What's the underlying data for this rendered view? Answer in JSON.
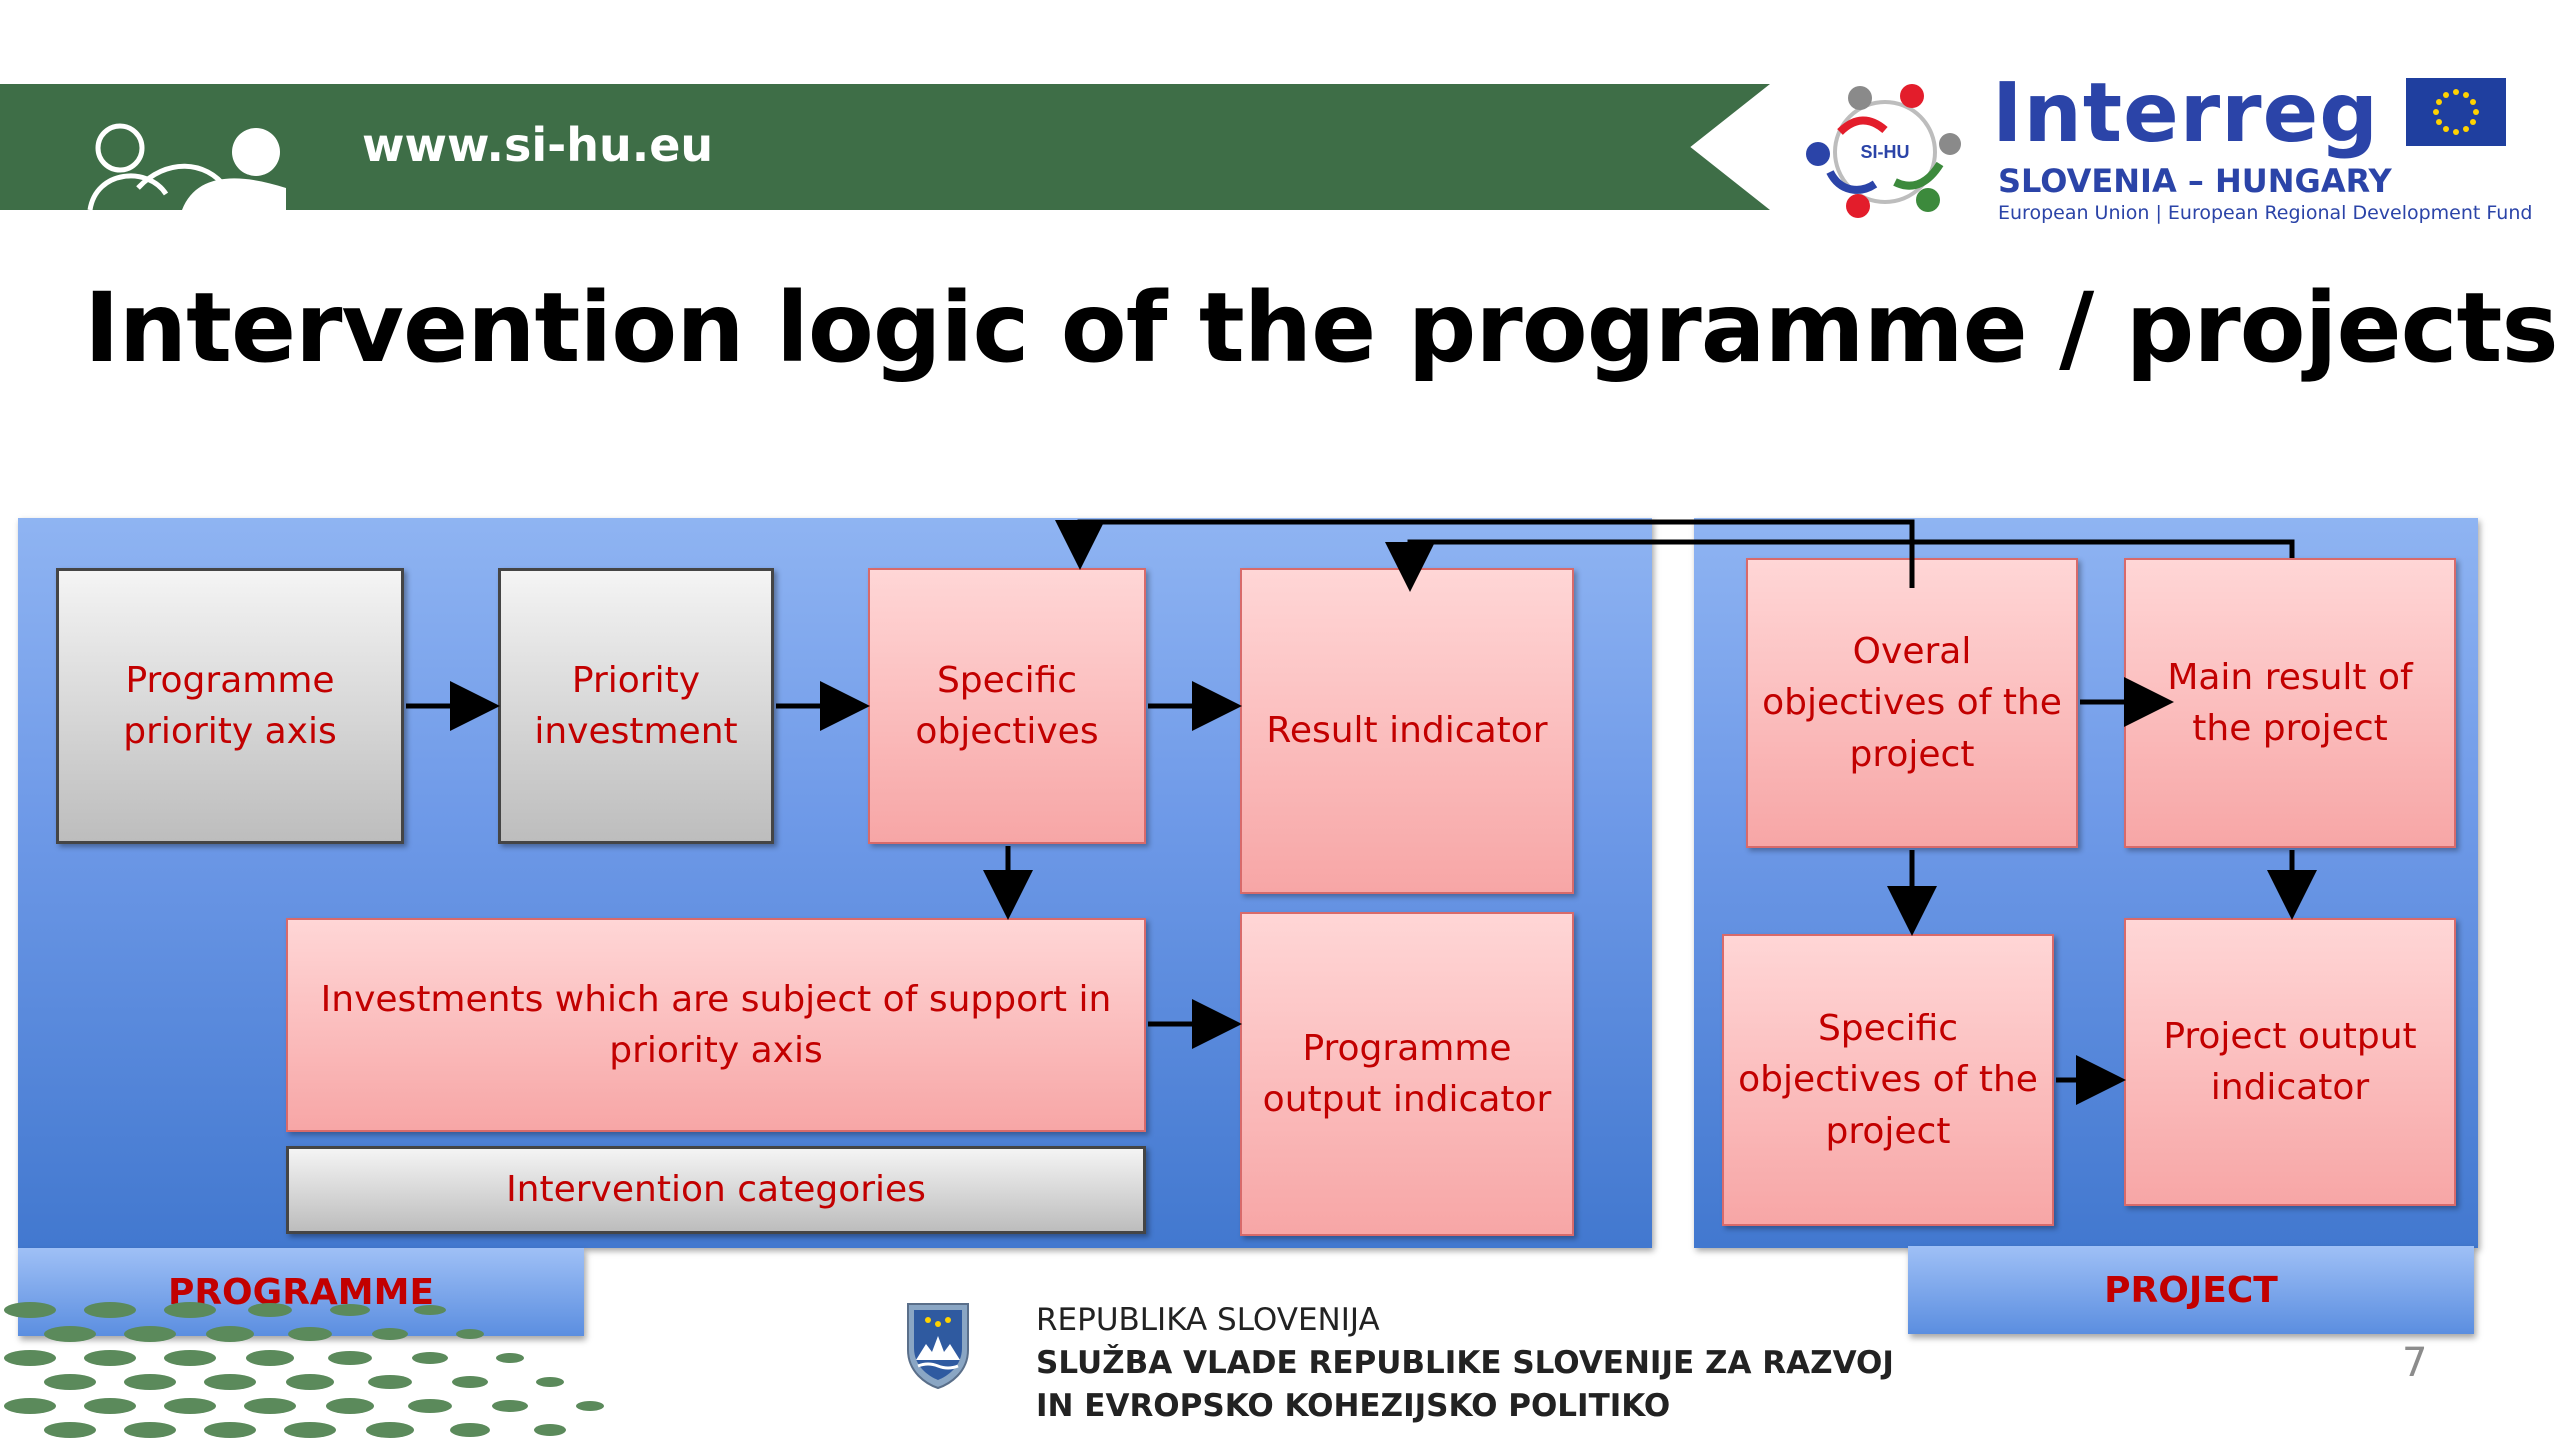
{
  "header": {
    "url": "www.si-hu.eu",
    "brand_word": "Interreg",
    "brand_country": "SLOVENIA – HUNGARY",
    "brand_fund": "European Union | European Regional Development Fund",
    "sihu_mark": "SI-HU"
  },
  "title": "Intervention logic of the programme / projects",
  "programme": {
    "tab_label": "PROGRAMME",
    "boxes": {
      "priority_axis": "Programme priority axis",
      "priority_investment": "Priority investment",
      "specific_objectives": "Specific objectives",
      "result_indicator": "Result indicator",
      "investments": "Investments which are subject of support in priority axis",
      "intervention_categories": "Intervention categories",
      "output_indicator": "Programme output indicator"
    }
  },
  "project": {
    "tab_label": "PROJECT",
    "boxes": {
      "overall_objectives": "Overal objectives of the project",
      "main_result": "Main result of the project",
      "specific_objectives": "Specific objectives of the project",
      "output_indicator": "Project output indicator"
    }
  },
  "footer": {
    "line1": "REPUBLIKA SLOVENIJA",
    "line2": "SLUŽBA VLADE REPUBLIKE SLOVENIJE ZA RAZVOJ",
    "line3": "IN EVROPSKO KOHEZIJSKO POLITIKO",
    "page_number": "7"
  },
  "colors": {
    "ribbon_green": "#3e6e47",
    "box_text_red": "#c20000",
    "brand_blue": "#2b44a8",
    "panel_blue": "#4278cf"
  }
}
